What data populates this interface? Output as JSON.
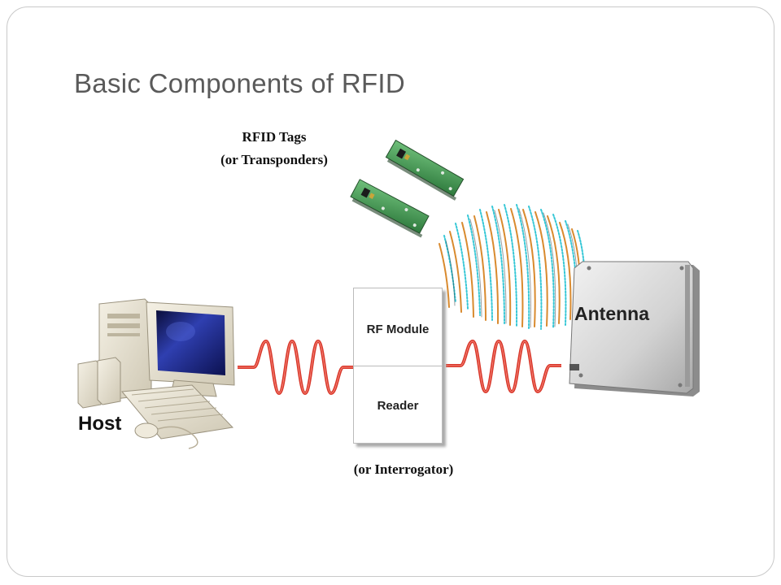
{
  "slide": {
    "title": "Basic Components of RFID"
  },
  "diagram": {
    "tags_line1": "RFID Tags",
    "tags_line2": "(or Transponders)",
    "rf_module": "RF Module",
    "reader": "Reader",
    "interrogator": "(or Interrogator)",
    "host": "Host",
    "antenna": "Antenna"
  },
  "colors": {
    "signal_wave": "#d8372a",
    "field_orange": "#d98a2e",
    "field_cyan": "#36c7d6",
    "tag_board": "#3f8f4f"
  }
}
